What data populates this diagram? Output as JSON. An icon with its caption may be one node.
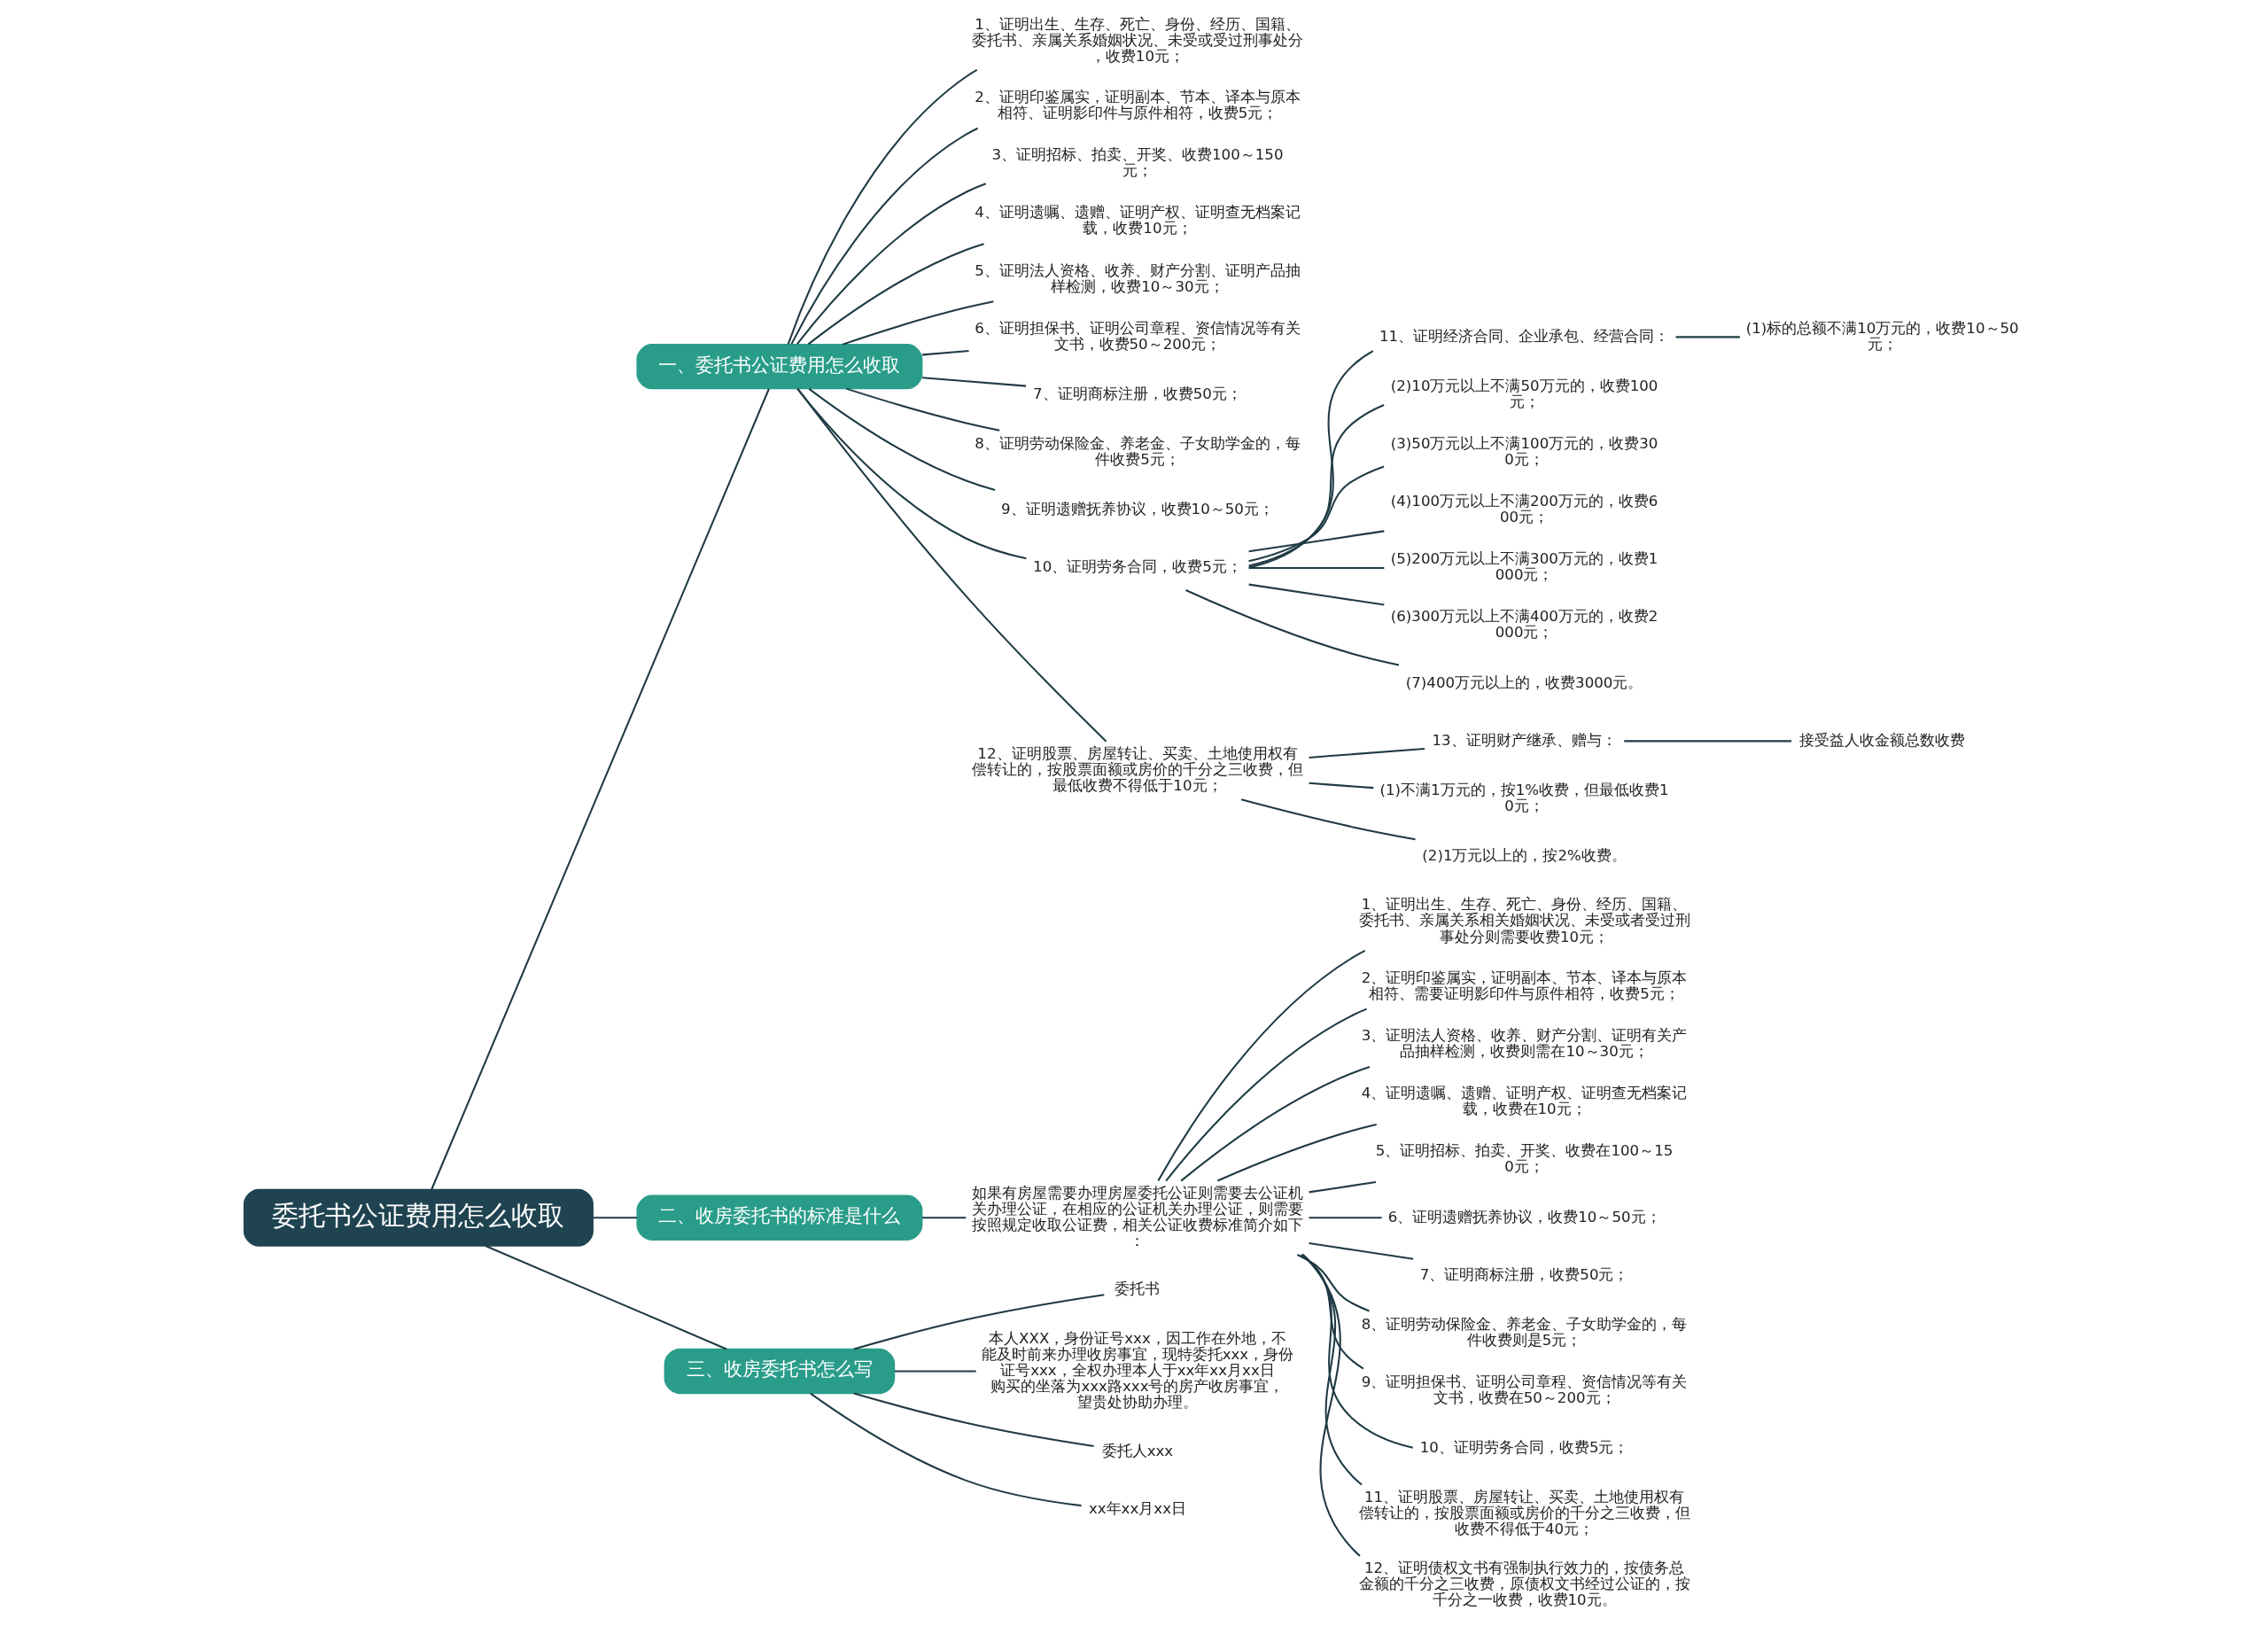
{
  "diagram": {
    "nodes": [
      {
        "text": [
          "委托书公证费用怎么收取"
        ]
      },
      {
        "text": [
          "一、委托书公证费用怎么收取"
        ]
      },
      {
        "text": [
          "1、证明出生、生存、死亡、身份、经历、国籍、委托书、亲属关系婚姻状况、未受或受过刑事处分，收费10元；"
        ]
      },
      {
        "text": [
          "2、证明印鉴属实，证明副本、节本、译本与原本相符、证明影印件与原件相符，收费5元；"
        ]
      },
      {
        "text": [
          "3、证明招标、拍卖、开奖、收费100～150元；"
        ]
      },
      {
        "text": [
          "4、证明遗嘱、遗赠、证明产权、证明查无档案记载，收费10元；"
        ]
      },
      {
        "text": [
          "5、证明法人资格、收养、财产分割、证明产品抽样检测，收费10～30元；"
        ]
      },
      {
        "text": [
          "6、证明担保书、证明公司章程、资信情况等有关文书，收费50～200元；"
        ]
      },
      {
        "text": [
          "7、证明商标注册，收费50元；"
        ]
      },
      {
        "text": [
          "8、证明劳动保险金、养老金、子女助学金的，每件收费5元；"
        ]
      },
      {
        "text": [
          "9、证明遗赠抚养协议，收费10～50元；"
        ]
      },
      {
        "text": [
          "10、证明劳务合同，收费5元；"
        ]
      },
      {
        "text": [
          "11、证明经济合同、企业承包、经营合同："
        ]
      },
      {
        "text": [
          "(1)标的总额不满10万元的，收费10～50元；"
        ]
      },
      {
        "text": [
          "(2)10万元以上不满50万元的，收费100元；"
        ]
      },
      {
        "text": [
          "(3)50万元以上不满100万元的，收费300元；"
        ]
      },
      {
        "text": [
          "(4)100万元以上不满200万元的，收费600元；"
        ]
      },
      {
        "text": [
          "(5)200万元以上不满300万元的，收费1000元；"
        ]
      },
      {
        "text": [
          "(6)300万元以上不满400万元的，收费2000元；"
        ]
      },
      {
        "text": [
          "(7)400万元以上的，收费3000元。"
        ]
      },
      {
        "text": [
          "12、证明股票、房屋转让、买卖、土地使用权有偿转让的，按股票面额或房价的千分之三收费，但最低收费不得低于10元；"
        ]
      },
      {
        "text": [
          "13、证明财产继承、赠与："
        ]
      },
      {
        "text": [
          "接受益人收金额总数收费"
        ]
      },
      {
        "text": [
          "(1)不满1万元的，按1%收费，但最低收费10元；"
        ]
      },
      {
        "text": [
          "(2)1万元以上的，按2%收费。"
        ]
      },
      {
        "text": [
          "二、收房委托书的标准是什么"
        ]
      },
      {
        "text": [
          "如果有房屋需要办理房屋委托公证则需要去公证机关办理公证，在相应的公证机关办理公证，则需要按照规定收取公证费，相关公证收费标准简介如下："
        ]
      },
      {
        "text": [
          "1、证明出生、生存、死亡、身份、经历、国籍、委托书、亲属关系相关婚姻状况、未受或者受过刑事处分则需要收费10元；"
        ]
      },
      {
        "text": [
          "2、证明印鉴属实，证明副本、节本、译本与原本相符、需要证明影印件与原件相符，收费5元；"
        ]
      },
      {
        "text": [
          "3、证明法人资格、收养、财产分割、证明有关产品抽样检测，收费则需在10～30元；"
        ]
      },
      {
        "text": [
          "4、证明遗嘱、遗赠、证明产权、证明查无档案记载，收费在10元；"
        ]
      },
      {
        "text": [
          "5、证明招标、拍卖、开奖、收费在100～150元；"
        ]
      },
      {
        "text": [
          "6、证明遗赠抚养协议，收费10～50元；"
        ]
      },
      {
        "text": [
          "7、证明商标注册，收费50元；"
        ]
      },
      {
        "text": [
          "8、证明劳动保险金、养老金、子女助学金的，每件收费则是5元；"
        ]
      },
      {
        "text": [
          "9、证明担保书、证明公司章程、资信情况等有关文书，收费在50～200元；"
        ]
      },
      {
        "text": [
          "10、证明劳务合同，收费5元；"
        ]
      },
      {
        "text": [
          "11、证明股票、房屋转让、买卖、土地使用权有偿转让的，按股票面额或房价的千分之三收费，但收费不得低于40元；"
        ]
      },
      {
        "text": [
          "12、证明债权文书有强制执行效力的，按债务总金额的千分之三收费，原债权文书经过公证的，按千分之一收费，收费10元。"
        ]
      },
      {
        "text": [
          "三、收房委托书怎么写"
        ]
      },
      {
        "text": [
          "委托书"
        ]
      },
      {
        "text": [
          "本人XXX，身份证号xxx，因工作在外地，不能及时前来办理收房事宜，现特委托xxx，身份证号xxx，全权办理本人于xx年xx月xx日购买的坐落为xxx路xxx号的房产收房事宜，望贵处协助办理。"
        ]
      },
      {
        "text": [
          "委托人xxx"
        ]
      },
      {
        "text": [
          "xx年xx月xx日"
        ]
      }
    ],
    "edges": [
      {
        "from": 0,
        "to": 1,
        "arrow": "none"
      },
      {
        "from": 1,
        "to": 2,
        "arrow": "none"
      },
      {
        "from": 1,
        "to": 3,
        "arrow": "none"
      },
      {
        "from": 1,
        "to": 4,
        "arrow": "none"
      },
      {
        "from": 1,
        "to": 5,
        "arrow": "none"
      },
      {
        "from": 1,
        "to": 6,
        "arrow": "none"
      },
      {
        "from": 1,
        "to": 7,
        "arrow": "none"
      },
      {
        "from": 1,
        "to": 8,
        "arrow": "none"
      },
      {
        "from": 1,
        "to": 9,
        "arrow": "none"
      },
      {
        "from": 1,
        "to": 10,
        "arrow": "none"
      },
      {
        "from": 1,
        "to": 11,
        "arrow": "none"
      },
      {
        "from": 11,
        "to": 12,
        "arrow": "none"
      },
      {
        "from": 12,
        "to": 13,
        "arrow": "none"
      },
      {
        "from": 11,
        "to": 14,
        "arrow": "none"
      },
      {
        "from": 11,
        "to": 15,
        "arrow": "none"
      },
      {
        "from": 11,
        "to": 16,
        "arrow": "none"
      },
      {
        "from": 11,
        "to": 17,
        "arrow": "none"
      },
      {
        "from": 11,
        "to": 18,
        "arrow": "none"
      },
      {
        "from": 11,
        "to": 19,
        "arrow": "none"
      },
      {
        "from": 1,
        "to": 20,
        "arrow": "none"
      },
      {
        "from": 20,
        "to": 21,
        "arrow": "none"
      },
      {
        "from": 21,
        "to": 22,
        "arrow": "none"
      },
      {
        "from": 20,
        "to": 23,
        "arrow": "none"
      },
      {
        "from": 20,
        "to": 24,
        "arrow": "none"
      },
      {
        "from": 0,
        "to": 25,
        "arrow": "none"
      },
      {
        "from": 25,
        "to": 26,
        "arrow": "none"
      },
      {
        "from": 26,
        "to": 27,
        "arrow": "none"
      },
      {
        "from": 26,
        "to": 28,
        "arrow": "none"
      },
      {
        "from": 26,
        "to": 29,
        "arrow": "none"
      },
      {
        "from": 26,
        "to": 30,
        "arrow": "none"
      },
      {
        "from": 26,
        "to": 31,
        "arrow": "none"
      },
      {
        "from": 26,
        "to": 32,
        "arrow": "none"
      },
      {
        "from": 26,
        "to": 33,
        "arrow": "none"
      },
      {
        "from": 26,
        "to": 34,
        "arrow": "none"
      },
      {
        "from": 26,
        "to": 35,
        "arrow": "none"
      },
      {
        "from": 26,
        "to": 36,
        "arrow": "none"
      },
      {
        "from": 26,
        "to": 37,
        "arrow": "none"
      },
      {
        "from": 26,
        "to": 38,
        "arrow": "none"
      },
      {
        "from": 0,
        "to": 39,
        "arrow": "none"
      },
      {
        "from": 39,
        "to": 40,
        "arrow": "none"
      },
      {
        "from": 39,
        "to": 41,
        "arrow": "none"
      },
      {
        "from": 39,
        "to": 42,
        "arrow": "none"
      },
      {
        "from": 39,
        "to": 43,
        "arrow": "none"
      }
    ]
  }
}
